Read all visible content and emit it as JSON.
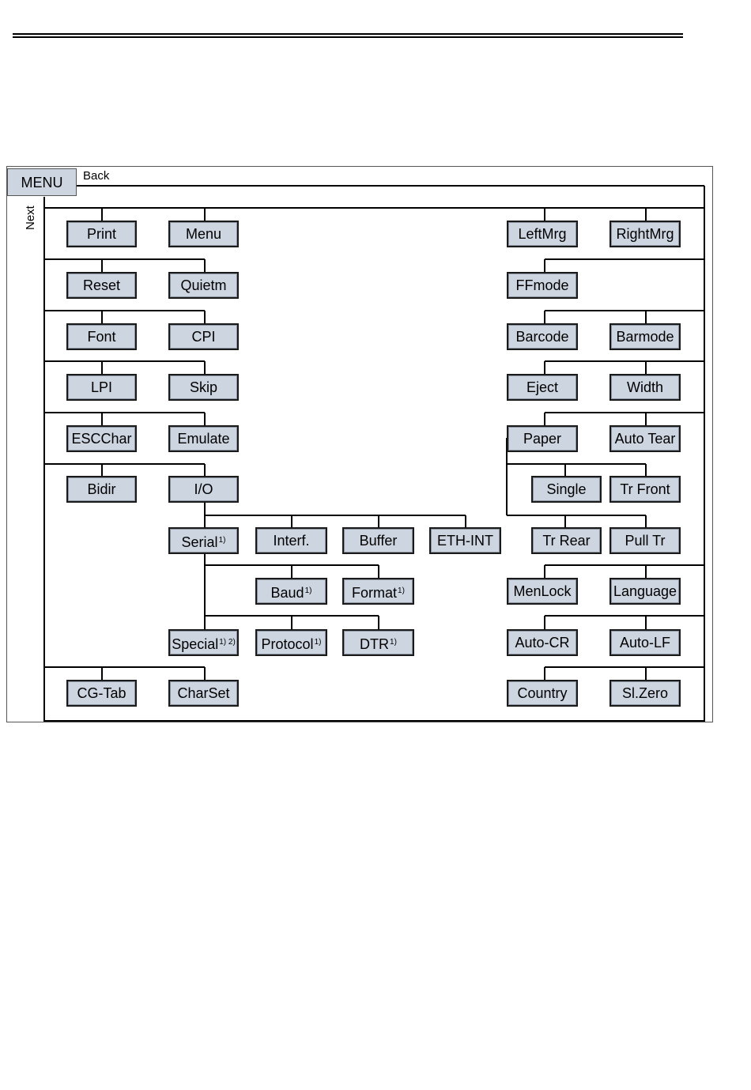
{
  "menu_button": "MENU",
  "back_label": "Back",
  "next_label": "Next",
  "nodes": {
    "print": {
      "label": "Print"
    },
    "menu": {
      "label": "Menu"
    },
    "reset": {
      "label": "Reset"
    },
    "quietm": {
      "label": "Quietm"
    },
    "font": {
      "label": "Font"
    },
    "cpi": {
      "label": "CPI"
    },
    "lpi": {
      "label": "LPI"
    },
    "skip": {
      "label": "Skip"
    },
    "escchar": {
      "label": "ESCChar"
    },
    "emulate": {
      "label": "Emulate"
    },
    "bidir": {
      "label": "Bidir"
    },
    "io": {
      "label": "I/O"
    },
    "serial": {
      "label": "Serial",
      "note": "1)"
    },
    "interf": {
      "label": "Interf."
    },
    "buffer": {
      "label": "Buffer"
    },
    "ethint": {
      "label": "ETH-INT"
    },
    "baud": {
      "label": "Baud",
      "note": "1)"
    },
    "format": {
      "label": "Format",
      "note": "1)"
    },
    "special": {
      "label": "Special",
      "note": "1) 2)"
    },
    "protocol": {
      "label": "Protocol",
      "note": "1)"
    },
    "dtr": {
      "label": "DTR",
      "note": "1)"
    },
    "cgtab": {
      "label": "CG-Tab"
    },
    "charset": {
      "label": "CharSet"
    },
    "leftmrg": {
      "label": "LeftMrg"
    },
    "rightmrg": {
      "label": "RightMrg"
    },
    "ffmode": {
      "label": "FFmode"
    },
    "barcode": {
      "label": "Barcode"
    },
    "barmode": {
      "label": "Barmode"
    },
    "eject": {
      "label": "Eject"
    },
    "width": {
      "label": "Width"
    },
    "paper": {
      "label": "Paper"
    },
    "autotear": {
      "label": "Auto Tear"
    },
    "single": {
      "label": "Single"
    },
    "trfront": {
      "label": "Tr Front"
    },
    "trrear": {
      "label": "Tr Rear"
    },
    "pulltr": {
      "label": "Pull Tr"
    },
    "menlock": {
      "label": "MenLock"
    },
    "language": {
      "label": "Language"
    },
    "autocr": {
      "label": "Auto-CR"
    },
    "autolf": {
      "label": "Auto-LF"
    },
    "country": {
      "label": "Country"
    },
    "slzero": {
      "label": "Sl.Zero"
    }
  }
}
